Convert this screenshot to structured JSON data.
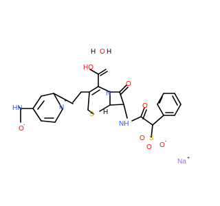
{
  "labels": {
    "water_h1": "H",
    "water_o": "O",
    "water_h2": "H",
    "cooh_ho": "HO",
    "carbonyl_o_top": "O",
    "n_ring": "N",
    "s_ring": "S",
    "h_bridge": "H",
    "nh": "NH",
    "amide_o": "O",
    "pyridinium_n": "N",
    "pyridinium_charge": "+",
    "imine": "HN",
    "amide_o_minus": "O",
    "amide_o_charge": "-",
    "sulfonate_o1": "O",
    "sulfonate_s": "S",
    "sulfonate_o2": "O",
    "sulfonate_o3": "O",
    "sulfonate_charge": "-",
    "sodium": "Na",
    "sodium_charge": "+"
  },
  "colors": {
    "bond": "#000000",
    "oxygen": "#ff0d0d",
    "nitrogen": "#3050f8",
    "sulfur": "#c8a400",
    "sodium": "#ab5cf2",
    "hydrogen": "#000000"
  }
}
